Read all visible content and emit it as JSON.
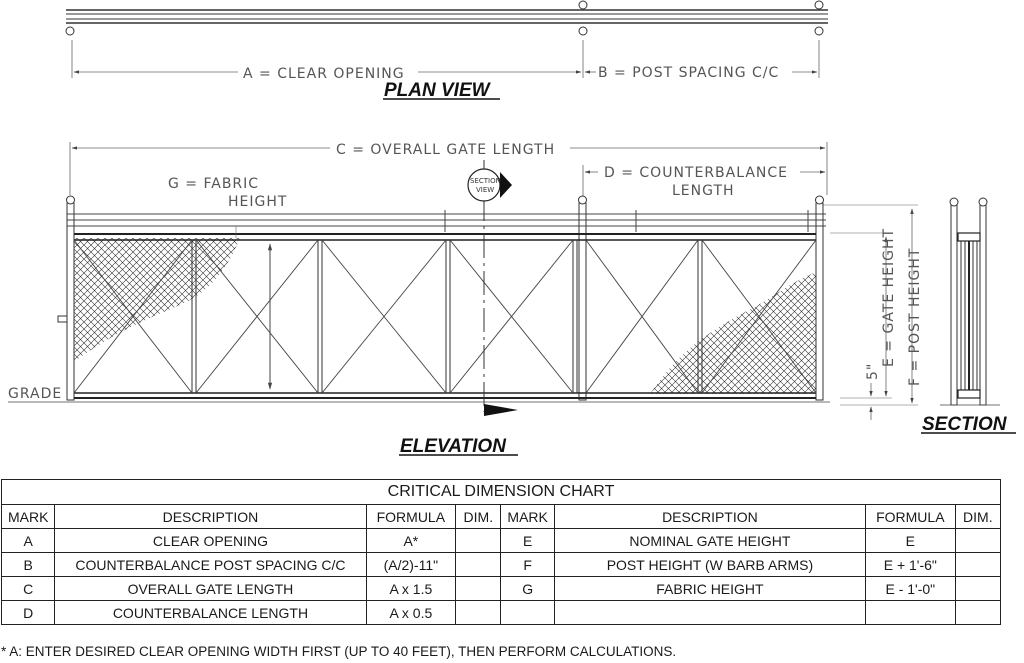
{
  "drawing": {
    "plan_title": "PLAN VIEW",
    "elevation_title": "ELEVATION",
    "section_title": "SECTION",
    "section_marker_line1": "SECTION",
    "section_marker_line2": "VIEW",
    "grade_label": "GRADE",
    "dim_a": "A = CLEAR OPENING",
    "dim_b": "B = POST SPACING C/C",
    "dim_c": "C = OVERALL GATE LENGTH",
    "dim_d_line1": "D = COUNTERBALANCE",
    "dim_d_line2": "LENGTH",
    "dim_g_line1": "G = FABRIC",
    "dim_g_line2": "HEIGHT",
    "dim_e": "E = GATE HEIGHT",
    "dim_f": "F = POST HEIGHT",
    "dim_5": "5\""
  },
  "chart": {
    "title": "CRITICAL DIMENSION CHART",
    "headers": [
      "MARK",
      "DESCRIPTION",
      "FORMULA",
      "DIM.",
      "MARK",
      "DESCRIPTION",
      "FORMULA",
      "DIM."
    ],
    "rows": [
      [
        "A",
        "CLEAR OPENING",
        "A*",
        "",
        "E",
        "NOMINAL GATE HEIGHT",
        "E",
        ""
      ],
      [
        "B",
        "COUNTERBALANCE POST SPACING C/C",
        "(A/2)-11\"",
        "",
        "F",
        "POST HEIGHT (W BARB ARMS)",
        "E + 1'-6\"",
        ""
      ],
      [
        "C",
        "OVERALL GATE LENGTH",
        "A x 1.5",
        "",
        "G",
        "FABRIC HEIGHT",
        "E - 1'-0\"",
        ""
      ],
      [
        "D",
        "COUNTERBALANCE LENGTH",
        "A x 0.5",
        "",
        "",
        "",
        "",
        ""
      ]
    ]
  },
  "note": "* A: ENTER DESIRED CLEAR OPENING WIDTH FIRST (UP TO 40 FEET), THEN PERFORM CALCULATIONS."
}
